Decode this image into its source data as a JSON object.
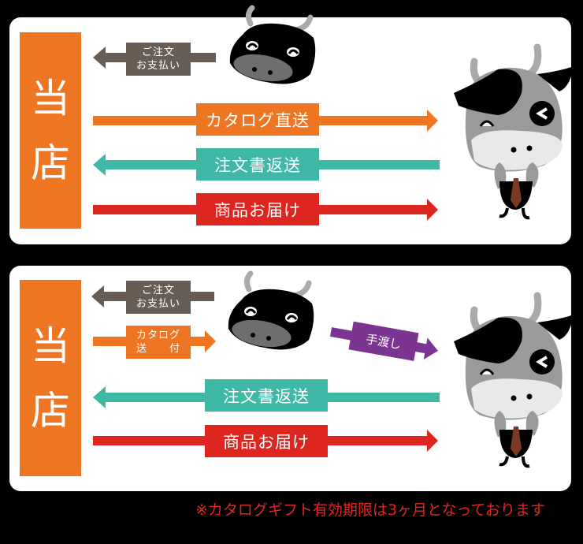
{
  "colors": {
    "background": "#000000",
    "panel": "#ffffff",
    "store": "#ee7521",
    "payment_arrow": "#675d55",
    "catalog_arrow": "#ee7521",
    "return_arrow": "#3fb8a6",
    "delivery_arrow": "#dd2620",
    "handover_arrow": "#7b3591",
    "note": "#e3261d"
  },
  "panel1": {
    "store_label": [
      "当",
      "店"
    ],
    "payment_label": [
      "ご注文",
      "お支払い"
    ],
    "catalog_direct_label": "カタログ直送",
    "order_return_label": "注文書返送",
    "product_delivery_label": "商品お届け",
    "sender_icon": "black-cow-head-icon",
    "recipient_icon": "gray-cow-mascot-icon"
  },
  "panel2": {
    "store_label": [
      "当",
      "店"
    ],
    "payment_label": [
      "ご注文",
      "お支払い"
    ],
    "catalog_send_label": [
      "カタログ",
      "送　　付"
    ],
    "handover_label": "手渡し",
    "order_return_label": "注文書返送",
    "product_delivery_label": "商品お届け",
    "sender_icon": "black-cow-head-icon",
    "recipient_icon": "gray-cow-mascot-icon"
  },
  "footer": {
    "note": "※カタログギフト有効期限は3ヶ月となっております"
  }
}
